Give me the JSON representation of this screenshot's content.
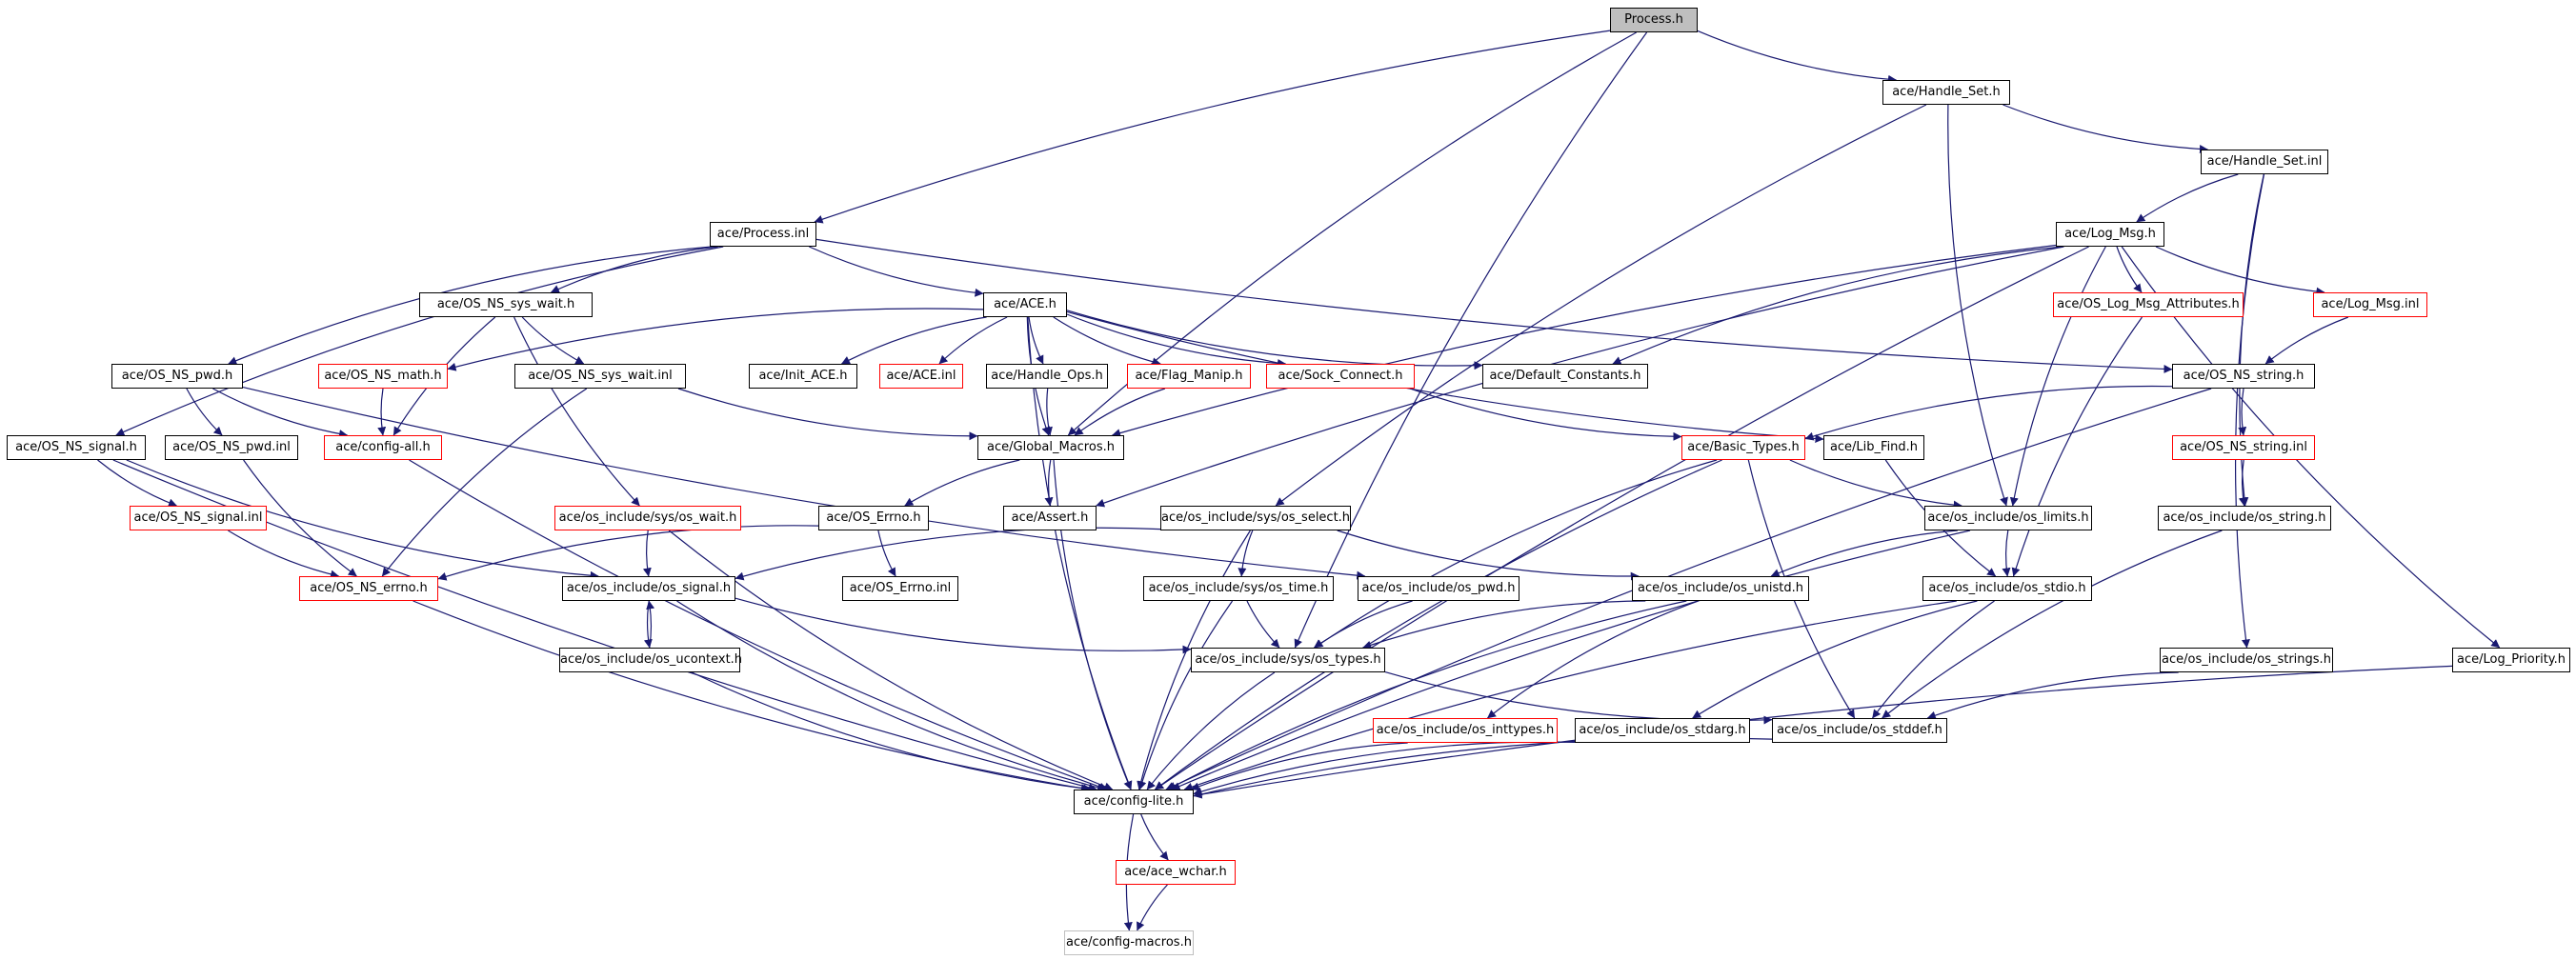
{
  "diagram": {
    "nodes": [
      {
        "id": "process_h",
        "label": "Process.h",
        "kind": "root"
      },
      {
        "id": "handle_set_h",
        "label": "ace/Handle_Set.h",
        "kind": "normal"
      },
      {
        "id": "handle_set_inl",
        "label": "ace/Handle_Set.inl",
        "kind": "normal"
      },
      {
        "id": "process_inl",
        "label": "ace/Process.inl",
        "kind": "normal"
      },
      {
        "id": "log_msg_h",
        "label": "ace/Log_Msg.h",
        "kind": "normal"
      },
      {
        "id": "os_ns_sys_wait_h",
        "label": "ace/OS_NS_sys_wait.h",
        "kind": "normal"
      },
      {
        "id": "ace_h",
        "label": "ace/ACE.h",
        "kind": "normal"
      },
      {
        "id": "os_log_msg_attr",
        "label": "ace/OS_Log_Msg_Attributes.h",
        "kind": "red"
      },
      {
        "id": "log_msg_inl",
        "label": "ace/Log_Msg.inl",
        "kind": "red"
      },
      {
        "id": "os_ns_pwd_h",
        "label": "ace/OS_NS_pwd.h",
        "kind": "normal"
      },
      {
        "id": "os_ns_math_h",
        "label": "ace/OS_NS_math.h",
        "kind": "red"
      },
      {
        "id": "os_ns_sys_wait_inl",
        "label": "ace/OS_NS_sys_wait.inl",
        "kind": "normal"
      },
      {
        "id": "init_ace_h",
        "label": "ace/Init_ACE.h",
        "kind": "normal"
      },
      {
        "id": "ace_inl",
        "label": "ace/ACE.inl",
        "kind": "red"
      },
      {
        "id": "handle_ops_h",
        "label": "ace/Handle_Ops.h",
        "kind": "normal"
      },
      {
        "id": "flag_manip_h",
        "label": "ace/Flag_Manip.h",
        "kind": "red"
      },
      {
        "id": "sock_connect_h",
        "label": "ace/Sock_Connect.h",
        "kind": "red"
      },
      {
        "id": "default_constants_h",
        "label": "ace/Default_Constants.h",
        "kind": "normal"
      },
      {
        "id": "os_ns_string_h",
        "label": "ace/OS_NS_string.h",
        "kind": "normal"
      },
      {
        "id": "os_ns_signal_h",
        "label": "ace/OS_NS_signal.h",
        "kind": "normal"
      },
      {
        "id": "os_ns_pwd_inl",
        "label": "ace/OS_NS_pwd.inl",
        "kind": "normal"
      },
      {
        "id": "config_all_h",
        "label": "ace/config-all.h",
        "kind": "red"
      },
      {
        "id": "global_macros_h",
        "label": "ace/Global_Macros.h",
        "kind": "normal"
      },
      {
        "id": "basic_types_h",
        "label": "ace/Basic_Types.h",
        "kind": "red"
      },
      {
        "id": "lib_find_h",
        "label": "ace/Lib_Find.h",
        "kind": "normal"
      },
      {
        "id": "os_ns_string_inl",
        "label": "ace/OS_NS_string.inl",
        "kind": "red"
      },
      {
        "id": "os_ns_signal_inl",
        "label": "ace/OS_NS_signal.inl",
        "kind": "red"
      },
      {
        "id": "os_wait_h",
        "label": "ace/os_include/sys/os_wait.h",
        "kind": "red"
      },
      {
        "id": "os_errno_h",
        "label": "ace/OS_Errno.h",
        "kind": "normal"
      },
      {
        "id": "assert_h",
        "label": "ace/Assert.h",
        "kind": "normal"
      },
      {
        "id": "os_select_h",
        "label": "ace/os_include/sys/os_select.h",
        "kind": "normal"
      },
      {
        "id": "os_limits_h",
        "label": "ace/os_include/os_limits.h",
        "kind": "normal"
      },
      {
        "id": "os_string_h",
        "label": "ace/os_include/os_string.h",
        "kind": "normal"
      },
      {
        "id": "os_ns_errno_h",
        "label": "ace/OS_NS_errno.h",
        "kind": "red"
      },
      {
        "id": "os_signal_h",
        "label": "ace/os_include/os_signal.h",
        "kind": "normal"
      },
      {
        "id": "os_errno_inl",
        "label": "ace/OS_Errno.inl",
        "kind": "normal"
      },
      {
        "id": "os_time_h",
        "label": "ace/os_include/sys/os_time.h",
        "kind": "normal"
      },
      {
        "id": "os_pwd_h",
        "label": "ace/os_include/os_pwd.h",
        "kind": "normal"
      },
      {
        "id": "os_unistd_h",
        "label": "ace/os_include/os_unistd.h",
        "kind": "normal"
      },
      {
        "id": "os_stdio_h",
        "label": "ace/os_include/os_stdio.h",
        "kind": "normal"
      },
      {
        "id": "os_ucontext_h",
        "label": "ace/os_include/os_ucontext.h",
        "kind": "normal"
      },
      {
        "id": "os_types_h",
        "label": "ace/os_include/sys/os_types.h",
        "kind": "normal"
      },
      {
        "id": "os_strings_h",
        "label": "ace/os_include/os_strings.h",
        "kind": "normal"
      },
      {
        "id": "log_priority_h",
        "label": "ace/Log_Priority.h",
        "kind": "normal"
      },
      {
        "id": "os_inttypes_h",
        "label": "ace/os_include/os_inttypes.h",
        "kind": "red"
      },
      {
        "id": "os_stdarg_h",
        "label": "ace/os_include/os_stdarg.h",
        "kind": "normal"
      },
      {
        "id": "os_stddef_h",
        "label": "ace/os_include/os_stddef.h",
        "kind": "normal"
      },
      {
        "id": "config_lite_h",
        "label": "ace/config-lite.h",
        "kind": "normal"
      },
      {
        "id": "ace_wchar_h",
        "label": "ace/ace_wchar.h",
        "kind": "red"
      },
      {
        "id": "config_macros_h",
        "label": "ace/config-macros.h",
        "kind": "grey"
      }
    ],
    "edges": [
      [
        "process_h",
        "process_inl"
      ],
      [
        "process_h",
        "handle_set_h"
      ],
      [
        "process_h",
        "global_macros_h"
      ],
      [
        "process_h",
        "os_types_h"
      ],
      [
        "handle_set_h",
        "handle_set_inl"
      ],
      [
        "handle_set_h",
        "os_select_h"
      ],
      [
        "handle_set_h",
        "os_limits_h"
      ],
      [
        "handle_set_inl",
        "log_msg_h"
      ],
      [
        "handle_set_inl",
        "os_strings_h"
      ],
      [
        "handle_set_inl",
        "os_string_h"
      ],
      [
        "process_inl",
        "os_ns_sys_wait_h"
      ],
      [
        "process_inl",
        "ace_h"
      ],
      [
        "process_inl",
        "os_ns_pwd_h"
      ],
      [
        "process_inl",
        "os_ns_signal_h"
      ],
      [
        "process_inl",
        "os_ns_string_h"
      ],
      [
        "log_msg_h",
        "os_log_msg_attr"
      ],
      [
        "log_msg_h",
        "log_msg_inl"
      ],
      [
        "log_msg_h",
        "default_constants_h"
      ],
      [
        "log_msg_h",
        "global_macros_h"
      ],
      [
        "log_msg_h",
        "os_limits_h"
      ],
      [
        "log_msg_h",
        "log_priority_h"
      ],
      [
        "log_msg_h",
        "config_lite_h"
      ],
      [
        "log_msg_h",
        "assert_h"
      ],
      [
        "os_ns_sys_wait_h",
        "os_ns_sys_wait_inl"
      ],
      [
        "os_ns_sys_wait_h",
        "config_all_h"
      ],
      [
        "os_ns_sys_wait_h",
        "os_wait_h"
      ],
      [
        "ace_h",
        "os_ns_math_h"
      ],
      [
        "ace_h",
        "init_ace_h"
      ],
      [
        "ace_h",
        "ace_inl"
      ],
      [
        "ace_h",
        "handle_ops_h"
      ],
      [
        "ace_h",
        "flag_manip_h"
      ],
      [
        "ace_h",
        "sock_connect_h"
      ],
      [
        "ace_h",
        "default_constants_h"
      ],
      [
        "ace_h",
        "lib_find_h"
      ],
      [
        "ace_h",
        "global_macros_h"
      ],
      [
        "ace_h",
        "config_lite_h"
      ],
      [
        "os_log_msg_attr",
        "os_stdio_h"
      ],
      [
        "log_msg_inl",
        "os_ns_string_h"
      ],
      [
        "os_ns_pwd_h",
        "os_ns_pwd_inl"
      ],
      [
        "os_ns_pwd_h",
        "config_all_h"
      ],
      [
        "os_ns_pwd_h",
        "os_pwd_h"
      ],
      [
        "os_ns_math_h",
        "config_all_h"
      ],
      [
        "os_ns_sys_wait_inl",
        "global_macros_h"
      ],
      [
        "os_ns_sys_wait_inl",
        "os_ns_errno_h"
      ],
      [
        "handle_ops_h",
        "global_macros_h"
      ],
      [
        "flag_manip_h",
        "global_macros_h"
      ],
      [
        "sock_connect_h",
        "basic_types_h"
      ],
      [
        "os_ns_string_h",
        "basic_types_h"
      ],
      [
        "os_ns_string_h",
        "os_ns_string_inl"
      ],
      [
        "os_ns_string_h",
        "config_lite_h"
      ],
      [
        "os_ns_signal_h",
        "os_ns_signal_inl"
      ],
      [
        "os_ns_signal_h",
        "os_signal_h"
      ],
      [
        "os_ns_signal_h",
        "config_lite_h"
      ],
      [
        "os_ns_pwd_inl",
        "os_ns_errno_h"
      ],
      [
        "config_all_h",
        "config_lite_h"
      ],
      [
        "global_macros_h",
        "assert_h"
      ],
      [
        "global_macros_h",
        "os_errno_h"
      ],
      [
        "global_macros_h",
        "config_lite_h"
      ],
      [
        "basic_types_h",
        "os_limits_h"
      ],
      [
        "basic_types_h",
        "os_types_h"
      ],
      [
        "basic_types_h",
        "os_stddef_h"
      ],
      [
        "basic_types_h",
        "config_lite_h"
      ],
      [
        "lib_find_h",
        "os_stdio_h"
      ],
      [
        "os_ns_string_inl",
        "os_string_h"
      ],
      [
        "os_ns_signal_inl",
        "os_ns_errno_h"
      ],
      [
        "os_wait_h",
        "os_signal_h"
      ],
      [
        "os_wait_h",
        "config_lite_h"
      ],
      [
        "os_errno_h",
        "os_errno_inl"
      ],
      [
        "os_errno_h",
        "os_ns_errno_h"
      ],
      [
        "os_select_h",
        "os_signal_h"
      ],
      [
        "os_select_h",
        "os_time_h"
      ],
      [
        "os_select_h",
        "os_unistd_h"
      ],
      [
        "os_select_h",
        "config_lite_h"
      ],
      [
        "os_limits_h",
        "os_unistd_h"
      ],
      [
        "os_limits_h",
        "os_stdio_h"
      ],
      [
        "os_limits_h",
        "config_lite_h"
      ],
      [
        "os_string_h",
        "os_stddef_h"
      ],
      [
        "os_ns_errno_h",
        "config_lite_h"
      ],
      [
        "os_signal_h",
        "os_ucontext_h"
      ],
      [
        "os_signal_h",
        "os_types_h"
      ],
      [
        "os_signal_h",
        "config_lite_h"
      ],
      [
        "os_time_h",
        "os_types_h"
      ],
      [
        "os_time_h",
        "config_lite_h"
      ],
      [
        "os_pwd_h",
        "os_types_h"
      ],
      [
        "os_unistd_h",
        "os_types_h"
      ],
      [
        "os_unistd_h",
        "os_inttypes_h"
      ],
      [
        "os_unistd_h",
        "config_lite_h"
      ],
      [
        "os_stdio_h",
        "os_stdarg_h"
      ],
      [
        "os_stdio_h",
        "os_stddef_h"
      ],
      [
        "os_stdio_h",
        "config_lite_h"
      ],
      [
        "os_ucontext_h",
        "os_signal_h"
      ],
      [
        "os_ucontext_h",
        "config_lite_h"
      ],
      [
        "os_types_h",
        "os_stddef_h"
      ],
      [
        "os_types_h",
        "config_lite_h"
      ],
      [
        "os_strings_h",
        "os_stddef_h"
      ],
      [
        "log_priority_h",
        "config_lite_h"
      ],
      [
        "os_inttypes_h",
        "config_lite_h"
      ],
      [
        "os_stdarg_h",
        "config_lite_h"
      ],
      [
        "os_stddef_h",
        "config_lite_h"
      ],
      [
        "config_lite_h",
        "ace_wchar_h"
      ],
      [
        "config_lite_h",
        "config_macros_h"
      ],
      [
        "ace_wchar_h",
        "config_macros_h"
      ]
    ],
    "colors": {
      "edge": "#191970",
      "node_border": "#000000",
      "linked_border": "#ff0000",
      "external_border": "#bfbfbf",
      "root_fill": "#bfbfbf"
    }
  }
}
